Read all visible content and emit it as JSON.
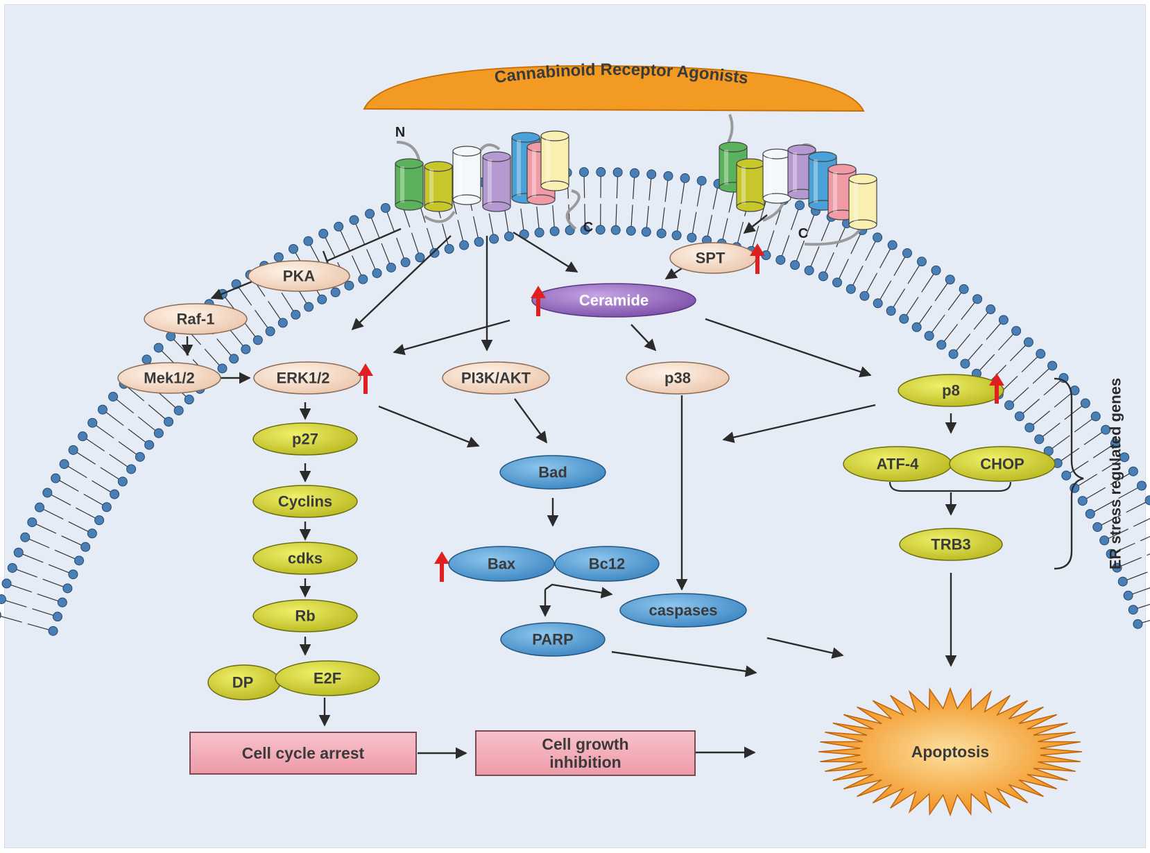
{
  "title": "Cannabinoid Receptor Agonists",
  "terminals": {
    "n": "N",
    "c_left": "C",
    "c_right": "C"
  },
  "nodes": {
    "spt": "SPT",
    "ceramide": "Ceramide",
    "pka": "PKA",
    "raf1": "Raf-1",
    "mek": "Mek1/2",
    "erk": "ERK1/2",
    "pi3k": "PI3K/AKT",
    "p38": "p38",
    "p8": "p8",
    "p27": "p27",
    "cyclins": "Cyclins",
    "cdks": "cdks",
    "rb": "Rb",
    "dp": "DP",
    "e2f": "E2F",
    "bad": "Bad",
    "bax": "Bax",
    "bcl2": "Bc12",
    "caspases": "caspases",
    "parp": "PARP",
    "atf4": "ATF-4",
    "chop": "CHOP",
    "trb3": "TRB3"
  },
  "outcomes": {
    "cell_cycle_arrest": "Cell cycle arrest",
    "growth_line1": "Cell growth",
    "growth_line2": "inhibition",
    "apoptosis": "Apoptosis"
  },
  "side_label": "ER stress regulated genes",
  "colors": {
    "background": "#e6ecf6",
    "agonist": "#f39a22",
    "pink_node": "#f4dcc8",
    "yellow_node": "#d6d63a",
    "blue_node": "#5aa3d6",
    "ceramide": "#9b6fc0",
    "box": "#f2a9b4",
    "apoptosis": "#f39a22",
    "up_arrow": "#e02020",
    "membrane_head": "#4a7fb5"
  },
  "icons": [
    "up-arrow-icon",
    "lipid-bilayer",
    "transmembrane-helix"
  ]
}
